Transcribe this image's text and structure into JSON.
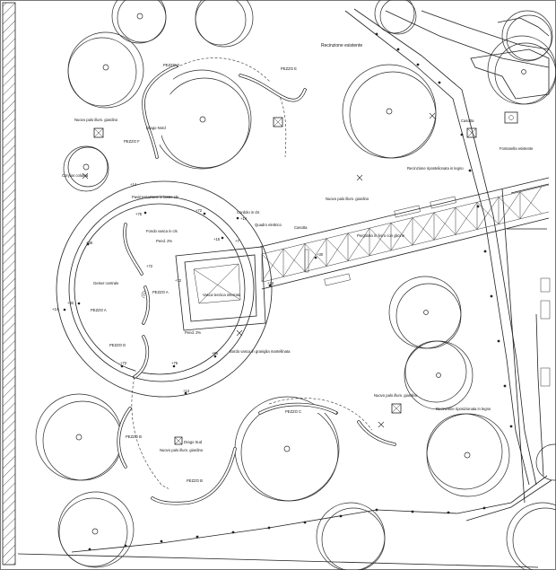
{
  "plan": {
    "labels": {
      "recinzione_esistente": "Recinzione esistente",
      "pezzo_g": "PEZZO G",
      "pezzo_e": "PEZZO E",
      "nuovo_palo_1": "Nuovo palo illum. giardino",
      "drago_nord": "Drago Nord",
      "pezzo_f": "PEZZO F",
      "corylus": "Corylus colurna",
      "casetta_top": "Casotta",
      "fontanella": "Fontanella esistente",
      "recinzione_legno_1": "Recinzione ripostelionata in legno",
      "nuovo_palo_2": "Nuovo palo illum. giardino",
      "pavimentazione": "Pavimentazione in lastre cls",
      "cordolo": "Cordolo in cls",
      "quadro": "Quadro elettrico",
      "casetta_mid": "Casotta",
      "fondo_vasca": "Fondo vasca in cls",
      "pend_1": "Pend. 2%",
      "pergolato": "Pergolato in ferro con glicine",
      "geiser": "Geiser centrale",
      "pezzo_a_1": "PEZZO A",
      "pezzo_a_2": "PEZZO A",
      "vasca_tecnica": "Vasca tecnica interrata",
      "pezzo_d": "PEZZO D",
      "pend_2": "Pend. 2%",
      "bordo_vasca": "Bordo vasca in graniglia martellinata",
      "nuovo_palo_3": "Nuovo palo illum. giardino",
      "pezzo_c": "PEZZO C",
      "recinzione_legno_2": "Recinzione riposizionata in legno",
      "pezzo_b_1": "PEZZO B",
      "drago_sud": "Drago Sud",
      "nuovo_palo_4": "Nuovo palo illum. giardino",
      "pezzo_b_2": "PEZZO B"
    },
    "levels": {
      "l1": "+14",
      "l2": "+72",
      "l3": "+7",
      "l4": "+14",
      "l5": "+75",
      "l6": "+15",
      "l7": "+36",
      "l8": "+14",
      "l9": "+32",
      "l10": "+72",
      "l11": "+72",
      "l12": "+75",
      "l13": "+65",
      "l14": "+72",
      "l15": "+14",
      "l16": "+30",
      "l17": "+14"
    }
  }
}
